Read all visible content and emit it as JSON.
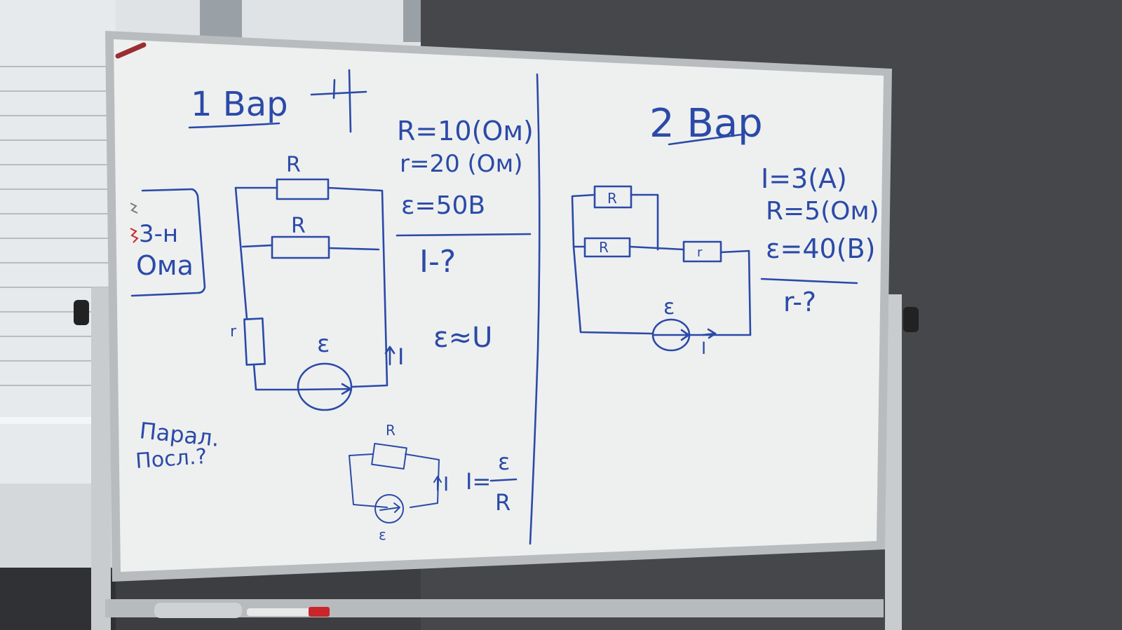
{
  "board": {
    "left": {
      "heading": "1 Вар",
      "given": [
        "R=10(Ом)",
        "r=20 (Ом)",
        "ε=50В"
      ],
      "question": "I-?",
      "law_box": [
        "3-н",
        "Ома"
      ],
      "note": [
        "Парал.",
        "Посл.?"
      ],
      "relation": "ε≈U",
      "labels": {
        "R": "R",
        "r": "r",
        "emf": "ε",
        "current": "I"
      },
      "formula": {
        "lhs": "I=",
        "num": "ε",
        "den": "R"
      }
    },
    "right": {
      "heading": "2 Вар",
      "given": [
        "I=3(A)",
        "R=5(Ом)",
        "ε=40(B)"
      ],
      "question": "r-?",
      "labels": {
        "R": "R",
        "r": "r",
        "emf": "ε",
        "current": "I"
      }
    }
  },
  "colors": {
    "ink": "#2b4aa8",
    "board": "#eef0ef",
    "frame": "#b9bcbf",
    "wall": "#3a3c40",
    "marker_red": "#c8262b"
  }
}
